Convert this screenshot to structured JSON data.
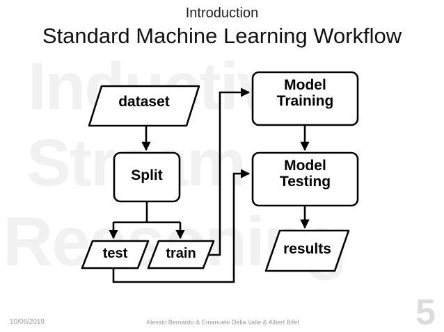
{
  "slide": {
    "eyebrow": "Introduction",
    "title": "Standard Machine Learning Workflow",
    "watermark": {
      "line1": "Inductive",
      "line2": "Stream",
      "line3": "Reasoning",
      "color": "#f1f1f1"
    }
  },
  "diagram": {
    "stroke_color": "#000000",
    "fill_color": "#ffffff",
    "nodes": [
      {
        "id": "dataset",
        "label": "dataset",
        "shape": "parallelogram"
      },
      {
        "id": "split",
        "label": "Split",
        "shape": "rounded-rect"
      },
      {
        "id": "test",
        "label": "test",
        "shape": "parallelogram"
      },
      {
        "id": "train",
        "label": "train",
        "shape": "parallelogram"
      },
      {
        "id": "model-training",
        "label": "Model Training",
        "shape": "rounded-rect"
      },
      {
        "id": "model-testing",
        "label": "Model Testing",
        "shape": "rounded-rect"
      },
      {
        "id": "results",
        "label": "results",
        "shape": "parallelogram"
      }
    ],
    "node_labels": {
      "dataset": "dataset",
      "split": "Split",
      "test": "test",
      "train": "train",
      "model_training_line1": "Model",
      "model_training_line2": "Training",
      "model_testing_line1": "Model",
      "model_testing_line2": "Testing",
      "results": "results"
    },
    "edges": [
      {
        "from": "dataset",
        "to": "split"
      },
      {
        "from": "split",
        "to": "test"
      },
      {
        "from": "split",
        "to": "train"
      },
      {
        "from": "train",
        "to": "model-training"
      },
      {
        "from": "model-training",
        "to": "model-testing"
      },
      {
        "from": "test",
        "to": "model-testing"
      },
      {
        "from": "model-testing",
        "to": "results"
      }
    ]
  },
  "footer": {
    "date": "10/06/2019",
    "authors": "Alessio Bernardo & Emanuele Della Valle & Albert Bifet",
    "page_number": "5",
    "text_color": "#9a9a9a"
  }
}
